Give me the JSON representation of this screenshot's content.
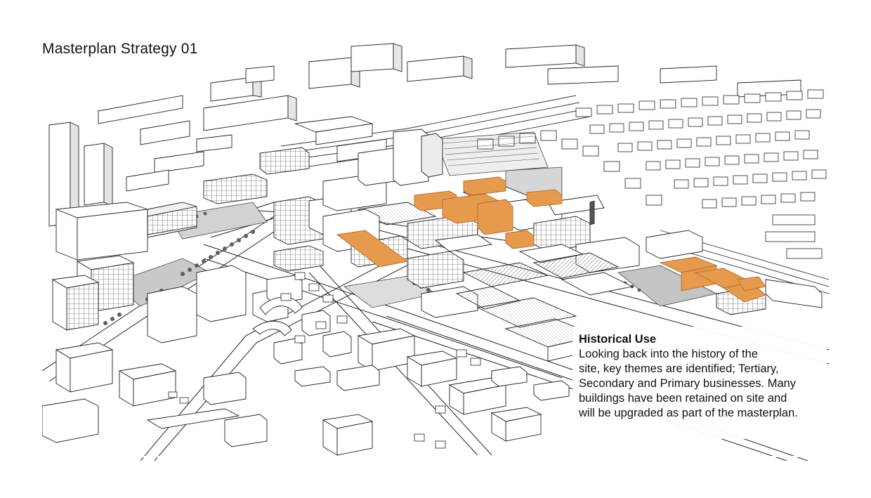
{
  "page": {
    "title": "Masterplan Strategy 01"
  },
  "caption": {
    "title": "Historical Use",
    "lines": [
      "Looking back into the history of the",
      "site, key themes are identified; Tertiary,",
      "Secondary and Primary businesses. Many",
      "buildings have been retained on site and",
      "will be upgraded as part of the masterplan."
    ]
  },
  "colors": {
    "highlight": "#e69a4e",
    "highlight_stroke": "#b66d2c",
    "line": "#222222",
    "shade": "#bdbdbd",
    "ground": "#f6f6f6",
    "tree": "#555555"
  },
  "illustration": {
    "type": "hand-drawn axonometric urban masterplan sketch",
    "highlighted_feature": "historic buildings shaded orange"
  }
}
